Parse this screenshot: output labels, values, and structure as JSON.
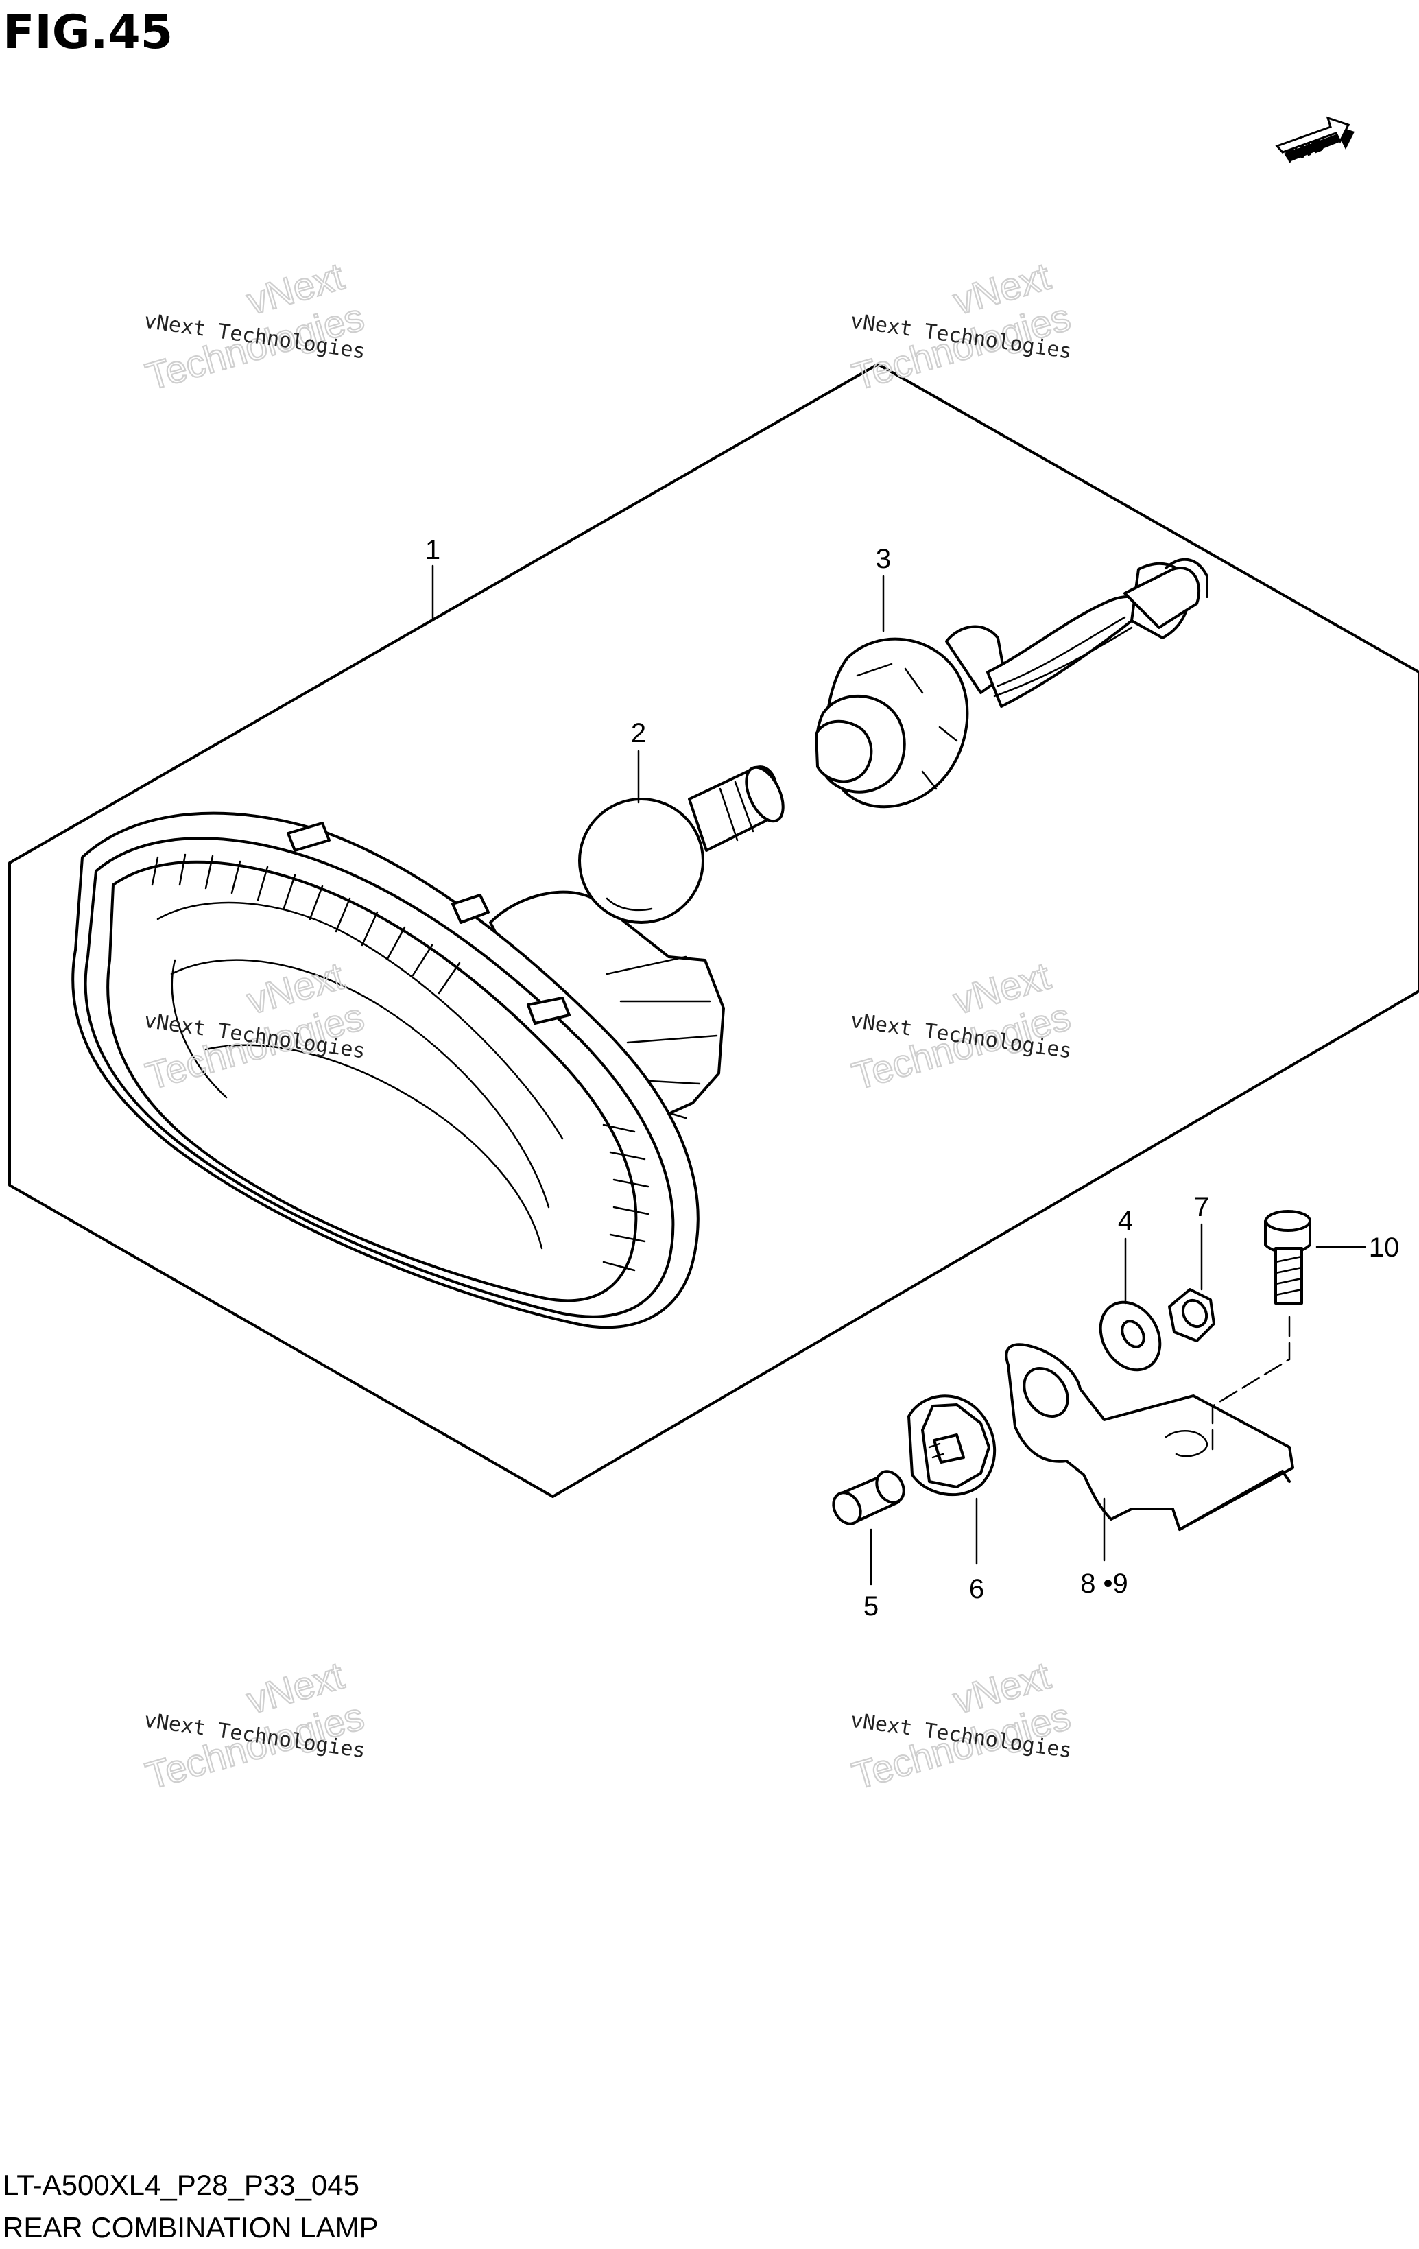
{
  "figure": {
    "title": "FIG.45"
  },
  "direction_badge": {
    "label": "FWD"
  },
  "callouts": [
    {
      "id": "1",
      "label": "1"
    },
    {
      "id": "2",
      "label": "2"
    },
    {
      "id": "3",
      "label": "3"
    },
    {
      "id": "4",
      "label": "4"
    },
    {
      "id": "5",
      "label": "5"
    },
    {
      "id": "6",
      "label": "6"
    },
    {
      "id": "7",
      "label": "7"
    },
    {
      "id": "8-9",
      "label": "8 •9"
    },
    {
      "id": "10",
      "label": "10"
    }
  ],
  "watermark": {
    "line1": "vNext Technologies",
    "line2": "Technologies",
    "line3": "vNext"
  },
  "footer": {
    "code": "LT-A500XL4_P28_P33_045",
    "name": "REAR COMBINATION LAMP"
  }
}
